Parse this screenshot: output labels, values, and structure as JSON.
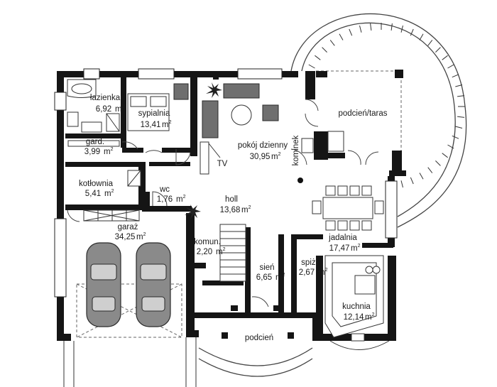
{
  "rooms": [
    {
      "id": "lazienka",
      "name": "łazienka",
      "area": "6,92"
    },
    {
      "id": "sypialnia",
      "name": "sypialnia",
      "area": "13,41"
    },
    {
      "id": "gard",
      "name": "gard.",
      "area": "3,99"
    },
    {
      "id": "kotlownia",
      "name": "kotłownia",
      "area": "5,41"
    },
    {
      "id": "wc",
      "name": "wc",
      "area": "1,76"
    },
    {
      "id": "garaz",
      "name": "garaż",
      "area": "34,25"
    },
    {
      "id": "pokoj",
      "name": "pokój dzienny",
      "area": "30,95"
    },
    {
      "id": "holl",
      "name": "holl",
      "area": "13,68"
    },
    {
      "id": "komun",
      "name": "komun.",
      "area": "2,20"
    },
    {
      "id": "sien",
      "name": "sień",
      "area": "6,65"
    },
    {
      "id": "spiz",
      "name": "spiż.",
      "area": "2,67"
    },
    {
      "id": "jadalnia",
      "name": "jadalnia",
      "area": "17,47"
    },
    {
      "id": "kuchnia",
      "name": "kuchnia",
      "area": "12,14"
    }
  ],
  "labels": {
    "podcien_taras": "podcień/taras",
    "podcien": "podcień",
    "kominek": "kominek",
    "tv": "TV",
    "unit": "m",
    "unit_exp": "2"
  }
}
